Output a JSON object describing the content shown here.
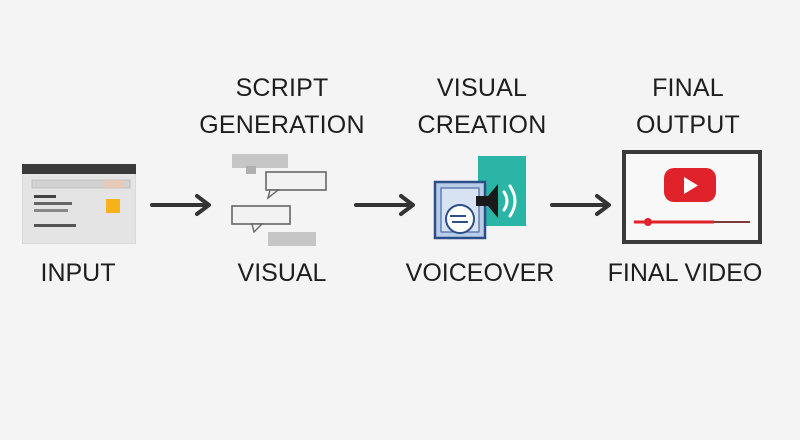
{
  "stages": [
    {
      "id": "input",
      "top_label": [],
      "bottom_label": "INPUT",
      "icon": "webpage-icon"
    },
    {
      "id": "script",
      "top_label": [
        "SCRIPT",
        "GENERATION"
      ],
      "bottom_label": "VISUAL",
      "icon": "chat-bubbles-icon"
    },
    {
      "id": "visual",
      "top_label": [
        "VISUAL",
        "CREATION"
      ],
      "bottom_label": "VOICEOVER",
      "icon": "image-speaker-icon"
    },
    {
      "id": "final",
      "top_label": [
        "FINAL",
        "OUTPUT"
      ],
      "bottom_label": "FINAL VIDEO",
      "icon": "video-player-icon"
    }
  ],
  "colors": {
    "arrow": "#333333",
    "play_red": "#e0232a",
    "teal": "#2bb5a6",
    "accent_yellow": "#f7b21b",
    "frame_dark": "#3a3a3a"
  }
}
